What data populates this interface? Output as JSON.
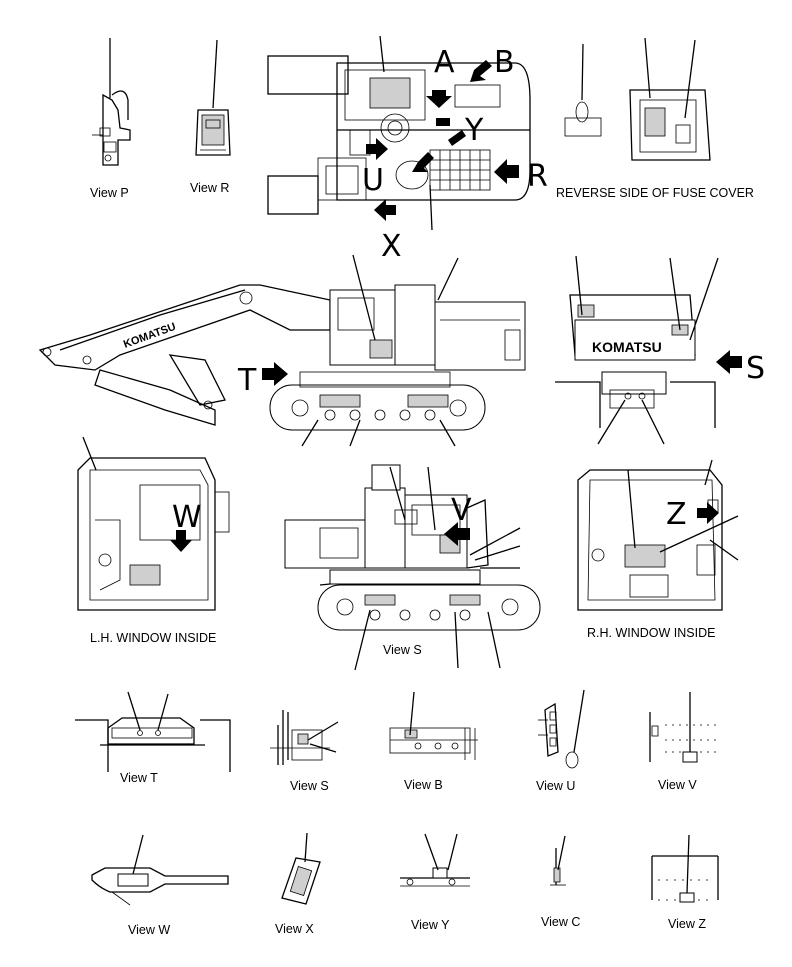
{
  "labels": {
    "view_p": "View P",
    "view_r": "View R",
    "reverse_fuse": "REVERSE SIDE OF FUSE COVER",
    "lh_window": "L.H. WINDOW INSIDE",
    "rh_window": "R.H. WINDOW INSIDE",
    "view_s_main": "View S",
    "view_t": "View T",
    "view_s_small": "View S",
    "view_b": "View B",
    "view_u": "View U",
    "view_v": "View V",
    "view_w": "View W",
    "view_x": "View X",
    "view_y": "View Y",
    "view_c": "View C",
    "view_z": "View Z"
  },
  "letters": {
    "a": "A",
    "b": "B",
    "r": "R",
    "u": "U",
    "x": "X",
    "y": "Y",
    "t": "T",
    "s": "S",
    "v": "V",
    "w": "W",
    "z": "Z"
  },
  "brand": "KOMATSU"
}
